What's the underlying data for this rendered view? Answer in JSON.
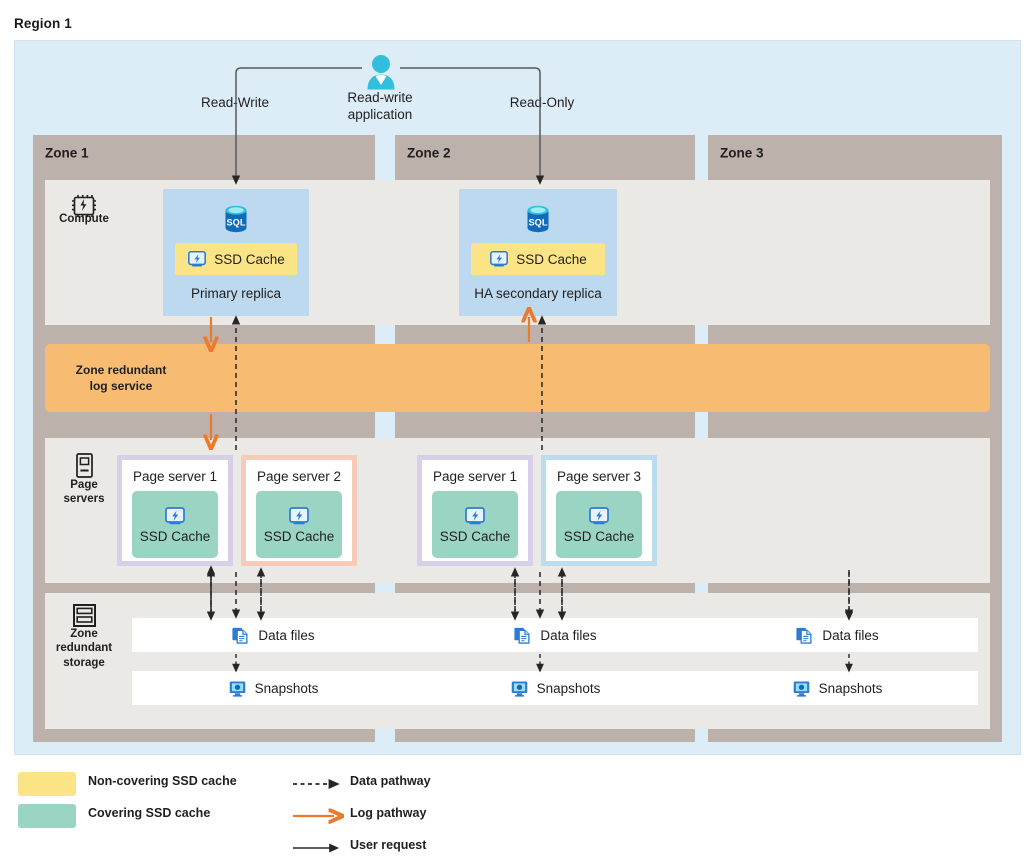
{
  "region": {
    "title": "Region 1"
  },
  "application": {
    "label": "Read-write\napplication",
    "label_line1": "Read-write",
    "label_line2": "application",
    "icon": "person-icon",
    "left_path_label": "Read-Write",
    "right_path_label": "Read-Only"
  },
  "zones": [
    {
      "name": "Zone 1"
    },
    {
      "name": "Zone 2"
    },
    {
      "name": "Zone 3"
    }
  ],
  "tiers": {
    "compute": {
      "label": "Compute",
      "icon": "cpu-chip-icon"
    },
    "page_servers": {
      "label_line1": "Page",
      "label_line2": "servers",
      "icon": "server-icon"
    },
    "storage": {
      "label_line1": "Zone",
      "label_line2": "redundant",
      "label_line3": "storage",
      "icon": "storage-stack-icon"
    }
  },
  "log_service": {
    "label_line1": "Zone redundant",
    "label_line2": "log service",
    "color": "#f7bc72"
  },
  "replicas": [
    {
      "name": "Primary replica",
      "cache_label": "SSD Cache",
      "cache_color": "#fbe486",
      "cache_type": "non-covering",
      "db_icon": "sql-database-icon",
      "cache_icon": "ssd-disk-icon",
      "zone": "Zone 1"
    },
    {
      "name": "HA secondary replica",
      "cache_label": "SSD Cache",
      "cache_color": "#fbe486",
      "cache_type": "non-covering",
      "db_icon": "sql-database-icon",
      "cache_icon": "ssd-disk-icon",
      "zone": "Zone 2"
    }
  ],
  "page_servers": [
    {
      "name": "Page server 1",
      "cache_label": "SSD Cache",
      "border_color": "#d8cfe8",
      "cache_color": "#9ad4c3",
      "zone": "Zone 1"
    },
    {
      "name": "Page server 2",
      "cache_label": "SSD Cache",
      "border_color": "#f8cbb8",
      "cache_color": "#9ad4c3",
      "zone": "Zone 1"
    },
    {
      "name": "Page server 1",
      "cache_label": "SSD Cache",
      "border_color": "#d8cfe8",
      "cache_color": "#9ad4c3",
      "zone": "Zone 2"
    },
    {
      "name": "Page server 3",
      "cache_label": "SSD Cache",
      "border_color": "#bcddf0",
      "cache_color": "#9ad4c3",
      "zone": "Zone 2"
    }
  ],
  "storage": {
    "rows": [
      {
        "kind": "data-files",
        "icon": "data-files-icon",
        "cells": [
          "Data files",
          "Data files",
          "Data files"
        ]
      },
      {
        "kind": "snapshots",
        "icon": "snapshots-icon",
        "cells": [
          "Snapshots",
          "Snapshots",
          "Snapshots"
        ]
      }
    ]
  },
  "legend": {
    "swatches": [
      {
        "label": "Non-covering SSD cache",
        "color": "#fbe486"
      },
      {
        "label": "Covering SSD cache",
        "color": "#9ad4c3"
      }
    ],
    "pathways": [
      {
        "label": "Data pathway",
        "style": "dashed",
        "color": "#262626"
      },
      {
        "label": "Log pathway",
        "style": "solid",
        "color": "#ec7a2a"
      },
      {
        "label": "User request",
        "style": "solid-thin",
        "color": "#262626"
      }
    ]
  },
  "colors": {
    "region_bg": "#ddedf8",
    "zone_bar": "#bcb1ab",
    "tier_panel": "#ebe9e6",
    "replica_bg": "#bdd9ef",
    "log_orange": "#f7bc72",
    "log_arrow": "#ec7a2a",
    "data_arrow": "#262626"
  }
}
